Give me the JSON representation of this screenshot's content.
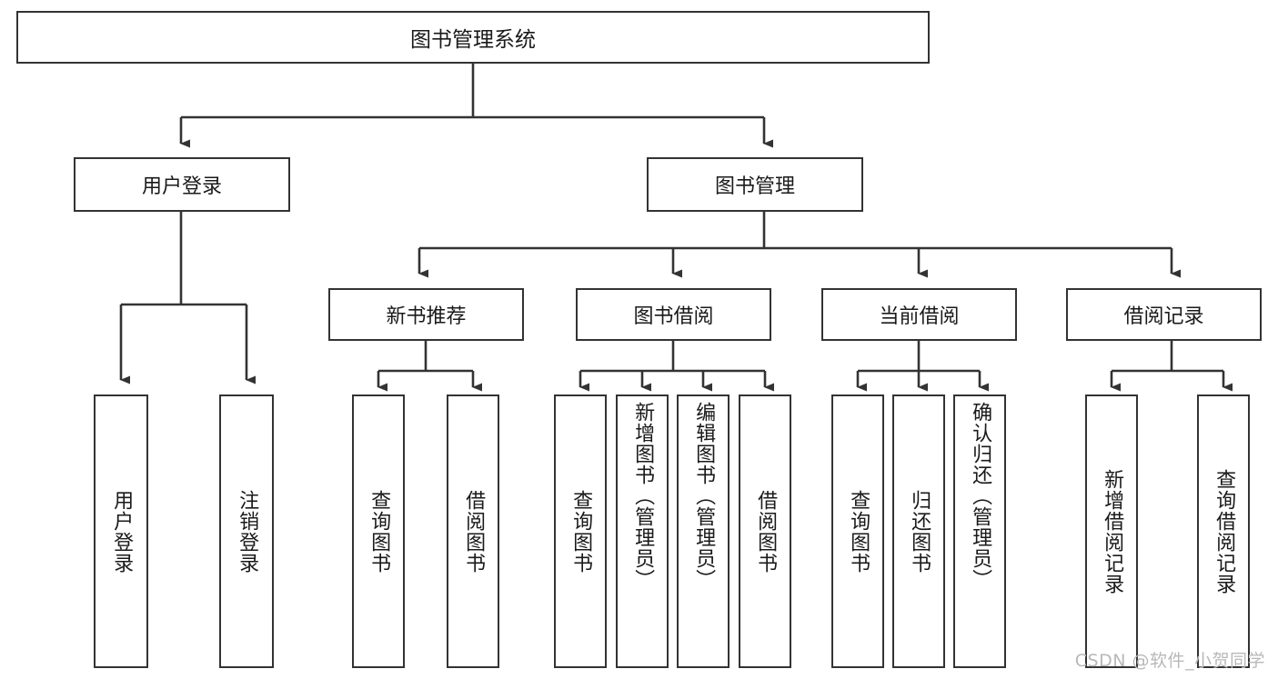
{
  "diagram": {
    "title": "图书管理系统",
    "type": "tree-hierarchy",
    "watermark": "CSDN @软件_小贺同学",
    "colors": {
      "background": "#ffffff",
      "border": "#333333",
      "text": "#1a1a1a",
      "watermark": "#b8b8b8"
    }
  },
  "nodes": {
    "root": {
      "label": "图书管理系统"
    },
    "level2": [
      {
        "id": "user-login",
        "label": "用户登录"
      },
      {
        "id": "book-management",
        "label": "图书管理"
      }
    ],
    "level3": [
      {
        "id": "new-book-recommend",
        "label": "新书推荐"
      },
      {
        "id": "book-borrow",
        "label": "图书借阅"
      },
      {
        "id": "current-borrow",
        "label": "当前借阅"
      },
      {
        "id": "borrow-record",
        "label": "借阅记录"
      }
    ],
    "leaves": {
      "user_login": [
        {
          "id": "leaf-user-login",
          "label": "用户登录"
        },
        {
          "id": "leaf-logout-login",
          "label": "注销登录"
        }
      ],
      "new_book_recommend": [
        {
          "id": "leaf-query-book-1",
          "label": "查询图书"
        },
        {
          "id": "leaf-borrow-book-1",
          "label": "借阅图书"
        }
      ],
      "book_borrow": [
        {
          "id": "leaf-query-book-2",
          "label": "查询图书"
        },
        {
          "id": "leaf-add-book",
          "label": "新增图书（管理员）"
        },
        {
          "id": "leaf-edit-book",
          "label": "编辑图书（管理员）"
        },
        {
          "id": "leaf-borrow-book-2",
          "label": "借阅图书"
        }
      ],
      "current_borrow": [
        {
          "id": "leaf-query-book-3",
          "label": "查询图书"
        },
        {
          "id": "leaf-return-book",
          "label": "归还图书"
        },
        {
          "id": "leaf-confirm-return",
          "label": "确认归还（管理员）"
        }
      ],
      "borrow_record": [
        {
          "id": "leaf-add-record",
          "label": "新增借阅记录"
        },
        {
          "id": "leaf-query-record",
          "label": "查询借阅记录"
        }
      ]
    }
  }
}
